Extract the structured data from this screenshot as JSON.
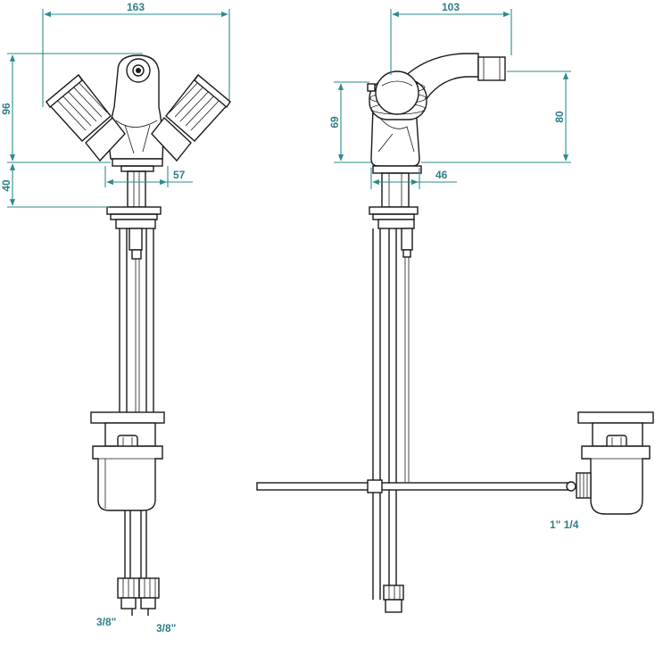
{
  "colors": {
    "dimension": "#2e8b8b",
    "outline": "#1a1a1a",
    "background": "#ffffff"
  },
  "front_view": {
    "width": "163",
    "height": "96",
    "below_deck": "40",
    "base_width": "57",
    "inlet_left": "3/8\"",
    "inlet_right": "3/8\""
  },
  "side_view": {
    "reach": "103",
    "handle_height": "69",
    "spout_height": "80",
    "base_width": "46",
    "waste_outlet": "1\" 1/4"
  }
}
